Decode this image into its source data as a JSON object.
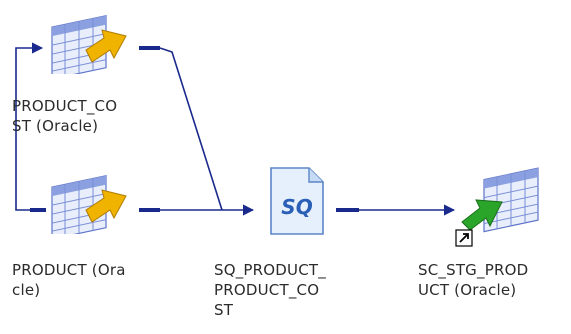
{
  "mapping": {
    "nodes": [
      {
        "id": "src1",
        "kind": "source",
        "label": "PRODUCT_CO\nST (Oracle)",
        "icon": "source-table-icon"
      },
      {
        "id": "src2",
        "kind": "source",
        "label": "PRODUCT (Ora\ncle)",
        "icon": "source-table-icon"
      },
      {
        "id": "sq",
        "kind": "source-qualifier",
        "label": "SQ_PRODUCT_\nPRODUCT_CO\nST",
        "icon": "source-qualifier-icon",
        "icon_text": "SQ"
      },
      {
        "id": "tgt",
        "kind": "target",
        "label": "SC_STG_PROD\nUCT (Oracle)",
        "icon": "target-table-icon"
      }
    ],
    "colors": {
      "link": "#1a2a8c",
      "table_grid": "#7a8fd6",
      "table_fill": "#e8eefc",
      "source_arrow": "#f0b400",
      "target_arrow": "#2aa52a",
      "sq_text": "#2a5fb8"
    }
  }
}
